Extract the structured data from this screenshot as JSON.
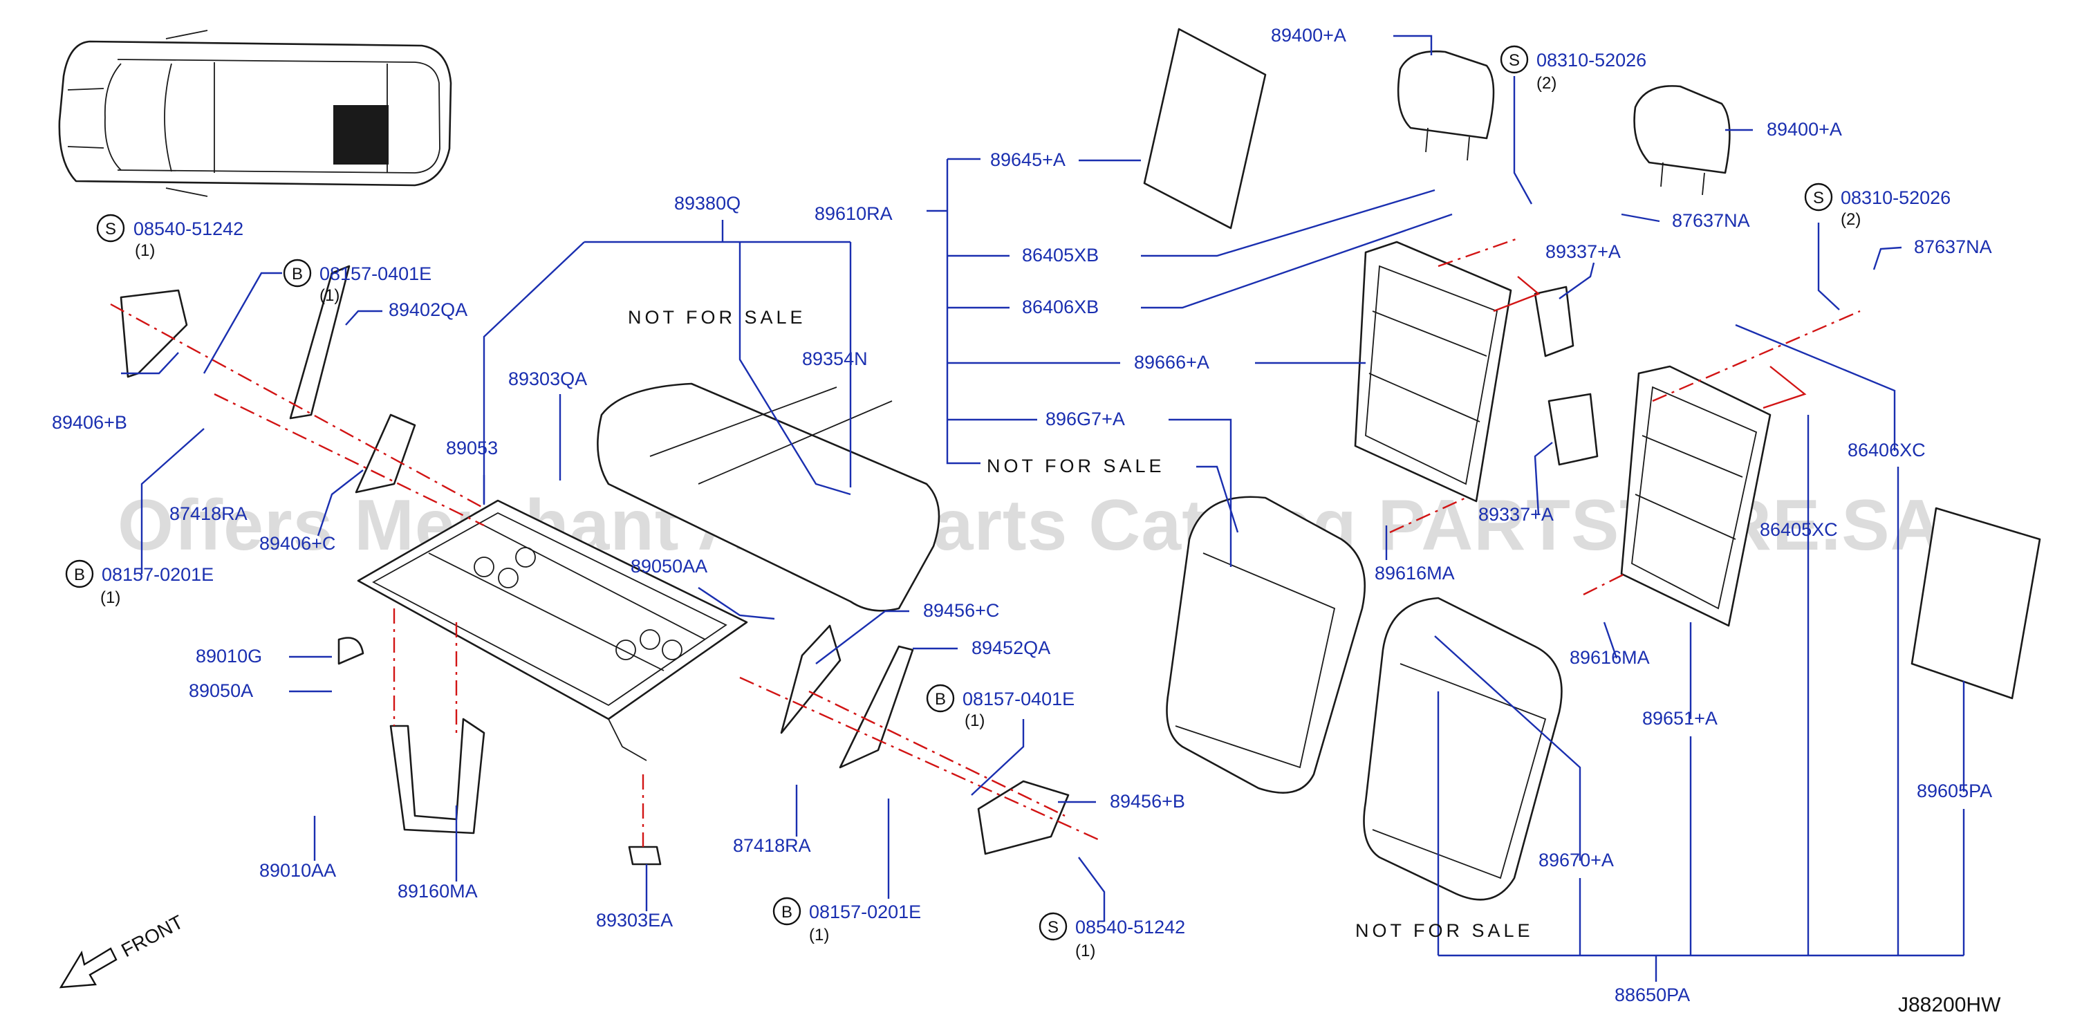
{
  "diagram": {
    "code": "J88200HW",
    "watermark": "Offers Merchant Auto Parts Catalog PARTSTORE.SA",
    "front_label": "FRONT",
    "not_for_sale": "NOT FOR SALE",
    "ink_color": "#111111",
    "label_color": "#1a2fb0",
    "guide_color": "#d21414"
  },
  "callouts": {
    "p08540_51242_a": {
      "prefix": "S",
      "number": "08540-51242",
      "qty": "(1)"
    },
    "p08157_0401e_a": {
      "prefix": "B",
      "number": "08157-0401E",
      "qty": "(1)"
    },
    "p08157_0201e_a": {
      "prefix": "B",
      "number": "08157-0201E",
      "qty": "(1)"
    },
    "p08157_0401e_b": {
      "prefix": "B",
      "number": "08157-0401E",
      "qty": "(1)"
    },
    "p08157_0201e_b": {
      "prefix": "B",
      "number": "08157-0201E",
      "qty": "(1)"
    },
    "p08540_51242_b": {
      "prefix": "S",
      "number": "08540-51242",
      "qty": "(1)"
    },
    "p08310_52026_a": {
      "prefix": "S",
      "number": "08310-52026",
      "qty": "(2)"
    },
    "p08310_52026_b": {
      "prefix": "S",
      "number": "08310-52026",
      "qty": "(2)"
    }
  },
  "labels": {
    "l89406B": "89406+B",
    "l89402QA": "89402QA",
    "l89380Q": "89380Q",
    "l89610RA": "89610RA",
    "l89354N": "89354N",
    "l89303QA": "89303QA",
    "l89053": "89053",
    "l87418RA_left": "87418RA",
    "l89406C": "89406+C",
    "l89050AA": "89050AA",
    "l89010G": "89010G",
    "l89050A": "89050A",
    "l89010AA": "89010AA",
    "l89160MA": "89160MA",
    "l89303EA": "89303EA",
    "l89456C": "89456+C",
    "l89452QA": "89452QA",
    "l87418RA_right": "87418RA",
    "l89456B": "89456+B",
    "l89645A": "89645+A",
    "l86405XB": "86405XB",
    "l86406XB": "86406XB",
    "l89666A": "89666+A",
    "l896G7A": "896G7+A",
    "l89400A_top": "89400+A",
    "l89400A_right": "89400+A",
    "l87637NA_a": "87637NA",
    "l87637NA_b": "87637NA",
    "l89337A_top": "89337+A",
    "l89337A_mid": "89337+A",
    "l86406XC": "86406XC",
    "l86405XC": "86405XC",
    "l89616MA_a": "89616MA",
    "l89616MA_b": "89616MA",
    "l89651A": "89651+A",
    "l89605PA": "89605PA",
    "l89670A": "89670+A",
    "l88650PA": "88650PA"
  }
}
